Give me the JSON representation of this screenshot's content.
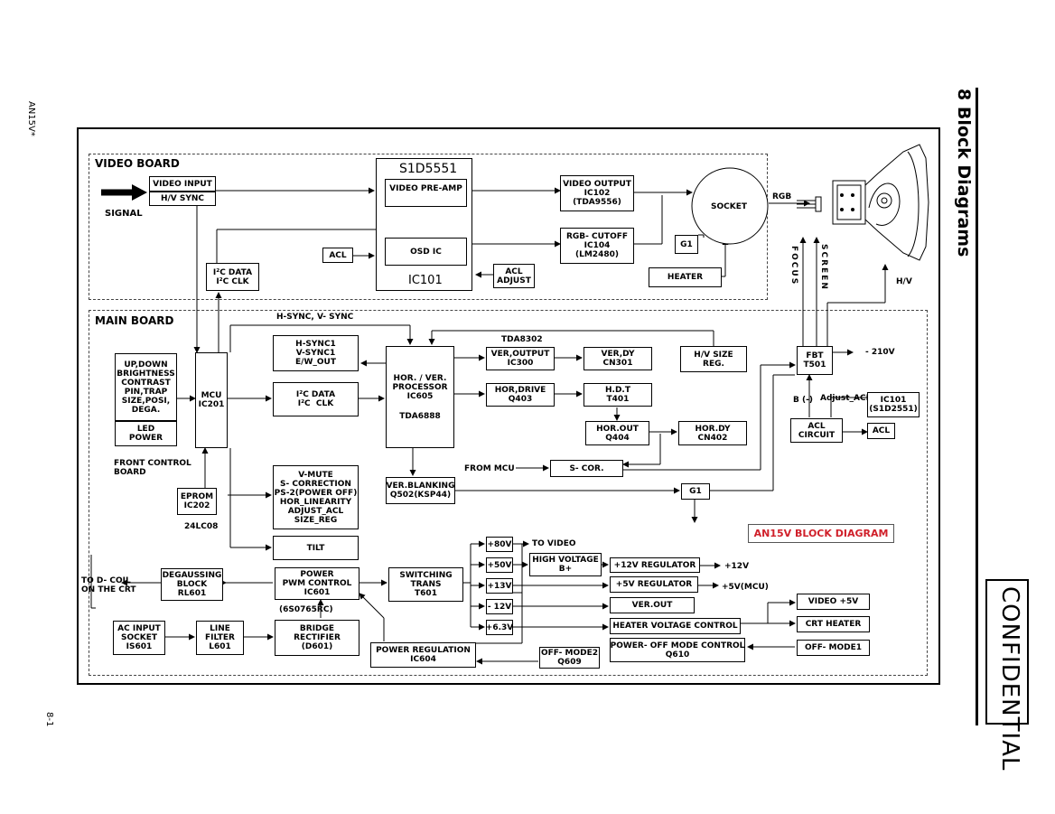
{
  "page": {
    "header": "8 Block Diagrams",
    "model_side": "AN15V*",
    "page_no": "8-1",
    "confidential": "CONFIDENTIAL",
    "diagram_title": "AN15V BLOCK DIAGRAM"
  },
  "colors": {
    "title_red": "#d0202a",
    "line": "#000000"
  },
  "sections": {
    "video_board": "VIDEO BOARD",
    "main_board": "MAIN BOARD"
  },
  "blocks": {
    "video_input": "VIDEO INPUT",
    "hv_sync": "H/V SYNC",
    "s1d_title": "S1D5551",
    "video_preamp": "VIDEO PRE-AMP",
    "osd_ic": "OSD IC",
    "ic101": "IC101",
    "acl_video": "ACL",
    "acl_adjust": "ACL\nADJUST",
    "i2c_data_clk_video": "I²C DATA\nI²C CLK",
    "video_output": "VIDEO OUTPUT\nIC102\n(TDA9556)",
    "rgb_cutoff": "RGB- CUTOFF\nIC104\n(LM2480)",
    "socket": "SOCKET",
    "g1_video": "G1",
    "heater": "HEATER",
    "up_down": "UP,DOWN\nBRIGHTNESS\nCONTRAST\nPIN,TRAP\nSIZE,POSI,\nDEGA.",
    "led_power": "LED\nPOWER",
    "mcu": "MCU\nIC201",
    "eprom": "EPROM\nIC202",
    "hsync_group": "H-SYNC1\nV-SYNC1\nE/W_OUT",
    "i2c_data_clk_main": "I²C DATA\nI²C  CLK",
    "hor_ver_processor": "HOR. / VER.\nPROCESSOR\nIC605",
    "tda_label": "TDA6888",
    "ver_output": "VER,OUTPUT\nIC300",
    "ver_dy": "VER,DY\nCN301",
    "hor_drive": "HOR,DRIVE\nQ403",
    "hdt": "H.D.T\nT401",
    "hor_out": "HOR.OUT\nQ404",
    "hor_dy": "HOR.DY\nCN402",
    "hv_size": "H/V SIZE\nREG.",
    "fbt": "FBT\nT501",
    "ic101_main": "IC101\n(S1D2551)",
    "acl_circuit": "ACL\nCIRCUIT",
    "acl_main": "ACL",
    "s_cor": "S- COR.",
    "g1_main": "G1",
    "ver_blanking": "VER.BLANKING\nQ502(KSP44)",
    "vmute": "V-MUTE\nS- CORRECTION\nPS-2(POWER OFF)\nHOR_LINEARITY\nADJUST_ACL\nSIZE_REG",
    "tilt": "TILT",
    "degaussing": "DEGAUSSING\nBLOCK\nRL601",
    "ac_input": "AC INPUT\nSOCKET\nIS601",
    "line_filter": "LINE\nFILTER\nL601",
    "power_pwm": "POWER\nPWM CONTROL\nIC601",
    "bridge": "BRIDGE\nRECTIFIER\n(D601)",
    "switching": "SWITCHING\nTRANS\nT601",
    "power_reg": "POWER REGULATION\nIC604",
    "offmode2": "OFF- MODE2\nQ609",
    "v80": "+80V",
    "v50": "+50V",
    "v13": "+13V",
    "vm12": "- 12V",
    "v63": "+6.3V",
    "high_voltage": "HIGH VOLTAGE\nB+",
    "reg12": "+12V REGULATOR",
    "reg5": "+5V REGULATOR",
    "ver_out": "VER.OUT",
    "heater_vc": "HEATER VOLTAGE CONTROL",
    "poweroff_mc": "POWER- OFF MODE CONTROL\nQ610",
    "video5v": "VIDEO +5V",
    "crt_heater": "CRT HEATER",
    "offmode1": "OFF- MODE1"
  },
  "labels": {
    "signal": "SIGNAL",
    "rgb": "RGB",
    "focus": "FOCUS",
    "screen": "SCREEN",
    "hv": "H/V",
    "minus210": "- 210V",
    "hsync_vsync": "H-SYNC, V- SYNC",
    "tda8302": "TDA8302",
    "b_minus": "B (-)",
    "adjust_acl": "Adjust_ACL",
    "front_control": "FRONT CONTROL\nBOARD",
    "chip_24lc08": "24LC08",
    "from_mcu": "FROM MCU",
    "to_dcoil": "TO D- COIL\nON THE CRT",
    "to_video": "TO VIDEO",
    "plus12v": "+12V",
    "plus5v_mcu": "+5V(MCU)",
    "part_6s0765": "(6S0765RC)"
  }
}
